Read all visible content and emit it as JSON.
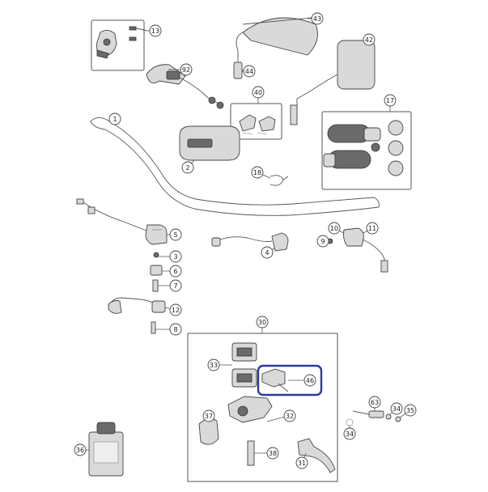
{
  "diagram": {
    "highlight_color": "#2b3a9a",
    "line_color": "#555555",
    "callouts": [
      {
        "key": "c13",
        "label": "13"
      },
      {
        "key": "c43",
        "label": "43"
      },
      {
        "key": "c42",
        "label": "42"
      },
      {
        "key": "c92",
        "label": "92"
      },
      {
        "key": "c44",
        "label": "44"
      },
      {
        "key": "c40",
        "label": "40"
      },
      {
        "key": "c17",
        "label": "17"
      },
      {
        "key": "c1",
        "label": "1"
      },
      {
        "key": "c2",
        "label": "2"
      },
      {
        "key": "c18",
        "label": "18"
      },
      {
        "key": "c5",
        "label": "5"
      },
      {
        "key": "c3",
        "label": "3"
      },
      {
        "key": "c6",
        "label": "6"
      },
      {
        "key": "c7",
        "label": "7"
      },
      {
        "key": "c12",
        "label": "12"
      },
      {
        "key": "c8",
        "label": "8"
      },
      {
        "key": "c4",
        "label": "4"
      },
      {
        "key": "c10",
        "label": "10"
      },
      {
        "key": "c11",
        "label": "11"
      },
      {
        "key": "c9",
        "label": "9"
      },
      {
        "key": "c30",
        "label": "30"
      },
      {
        "key": "c33",
        "label": "33"
      },
      {
        "key": "c46",
        "label": "46"
      },
      {
        "key": "c37",
        "label": "37"
      },
      {
        "key": "c32",
        "label": "32"
      },
      {
        "key": "c38",
        "label": "38"
      },
      {
        "key": "c31",
        "label": "31"
      },
      {
        "key": "c36",
        "label": "36"
      },
      {
        "key": "c63",
        "label": "63"
      },
      {
        "key": "c34a",
        "label": "34"
      },
      {
        "key": "c35",
        "label": "35"
      },
      {
        "key": "c34b",
        "label": "34"
      }
    ]
  }
}
